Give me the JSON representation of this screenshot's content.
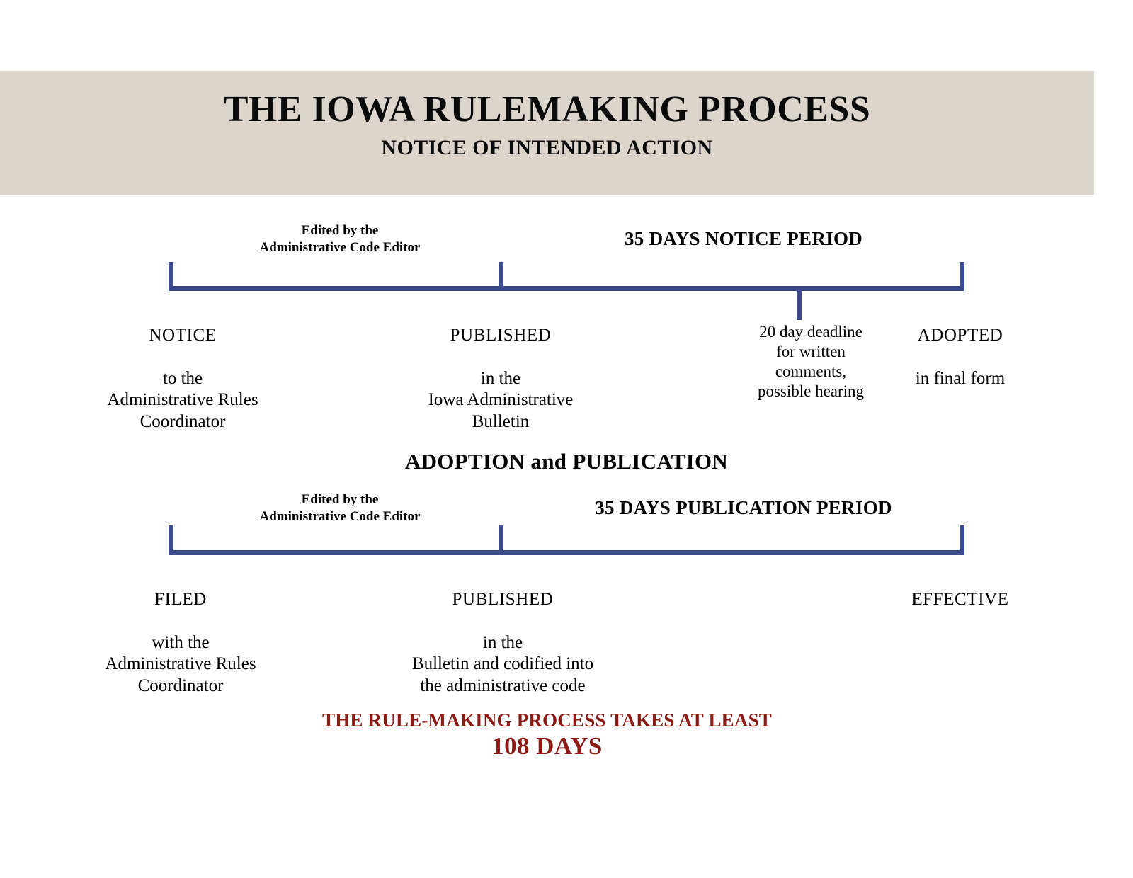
{
  "document": {
    "title_main": "THE IOWA RULEMAKING PROCESS",
    "title_sub": "NOTICE OF INTENDED ACTION",
    "band_color": "#dcd5cc",
    "timeline_color": "#3c4a8c",
    "accent_red": "#8c1a15"
  },
  "timeline1": {
    "above_left_note": "Edited by the\nAdministrative Code Editor",
    "above_right_label": "35 DAYS NOTICE PERIOD",
    "nodes": [
      {
        "head": "NOTICE",
        "body": "to the\nAdministrative Rules\nCoordinator"
      },
      {
        "head": "PUBLISHED",
        "body": "in the\nIowa Administrative\nBulletin"
      },
      {
        "head": "ADOPTED",
        "body": "in final form"
      }
    ],
    "below_note": "20 day deadline\nfor written\ncomments,\npossible hearing"
  },
  "section2": {
    "heading": "ADOPTION and PUBLICATION"
  },
  "timeline2": {
    "above_left_note": "Edited by the\nAdministrative Code Editor",
    "above_right_label": "35 DAYS PUBLICATION PERIOD",
    "nodes": [
      {
        "head": "FILED",
        "body": "with the\nAdministrative Rules\nCoordinator"
      },
      {
        "head": "PUBLISHED",
        "body": "in the\nBulletin and codified into\nthe administrative code"
      },
      {
        "head": "EFFECTIVE",
        "body": ""
      }
    ]
  },
  "footer": {
    "line1": "THE RULE-MAKING PROCESS TAKES AT LEAST",
    "line2": "108 DAYS"
  },
  "chart_data": {
    "type": "table",
    "title": "THE IOWA RULEMAKING PROCESS",
    "subtitle": "NOTICE OF INTENDED ACTION",
    "phases": [
      {
        "phase": "NOTICE OF INTENDED ACTION",
        "duration_label": "35 DAYS NOTICE PERIOD",
        "duration_days": 35,
        "milestones": [
          "NOTICE to the Administrative Rules Coordinator",
          "PUBLISHED in the Iowa Administrative Bulletin",
          "ADOPTED in final form"
        ],
        "intermediate": "20 day deadline for written comments, possible hearing",
        "intermediate_days": 20,
        "process_note": "Edited by the Administrative Code Editor"
      },
      {
        "phase": "ADOPTION and PUBLICATION",
        "duration_label": "35 DAYS PUBLICATION PERIOD",
        "duration_days": 35,
        "milestones": [
          "FILED with the Administrative Rules Coordinator",
          "PUBLISHED in the Bulletin and codified into the administrative code",
          "EFFECTIVE"
        ],
        "process_note": "Edited by the Administrative Code Editor"
      }
    ],
    "total_label": "THE RULE-MAKING PROCESS TAKES AT LEAST",
    "total_days": 108
  }
}
